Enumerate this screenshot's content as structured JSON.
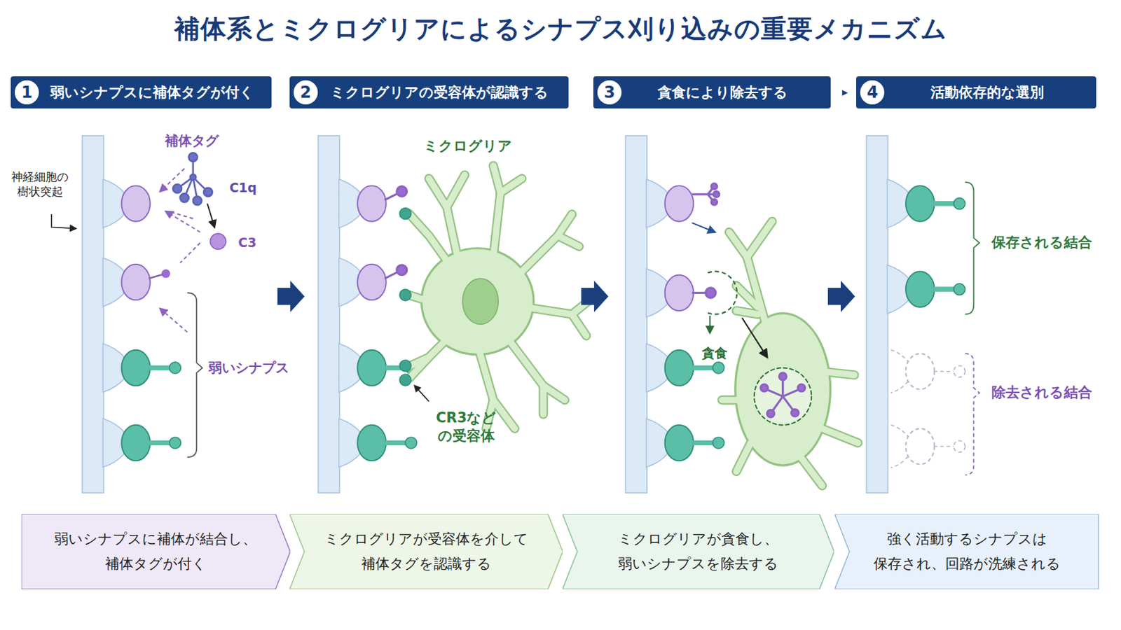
{
  "diagram": {
    "title": "補体系とミクログリアによるシナプス刈り込みの重要メカニズム",
    "nodes": [
      {
        "text": [
          "1",
          "弱いシナプスに補体タグが付く"
        ]
      },
      {
        "text": [
          "2",
          "ミクログリアの受容体が認識する"
        ]
      },
      {
        "text": [
          "3",
          "貪食により除去する"
        ]
      },
      {
        "text": [
          "4",
          "活動依存的な選別"
        ]
      },
      {
        "text": [
          "弱いシナプスに補体が結合し、 補体タグが付く"
        ]
      },
      {
        "text": [
          "ミクログリアが受容体を介して 補体タグを認識する"
        ]
      },
      {
        "text": [
          "ミクログリアが貪食し、 弱いシナプスを除去する"
        ]
      },
      {
        "text": [
          "強く活動するシナプスは 保存され、回路が洗練される"
        ]
      }
    ],
    "labels": [
      "神経細胞の樹状突起",
      "補体タグ",
      "C1q",
      "C3",
      "弱いシナプス",
      "ミクログリア",
      "CR3などの受容体",
      "貪食",
      "保存される結合",
      "除去される結合"
    ]
  }
}
